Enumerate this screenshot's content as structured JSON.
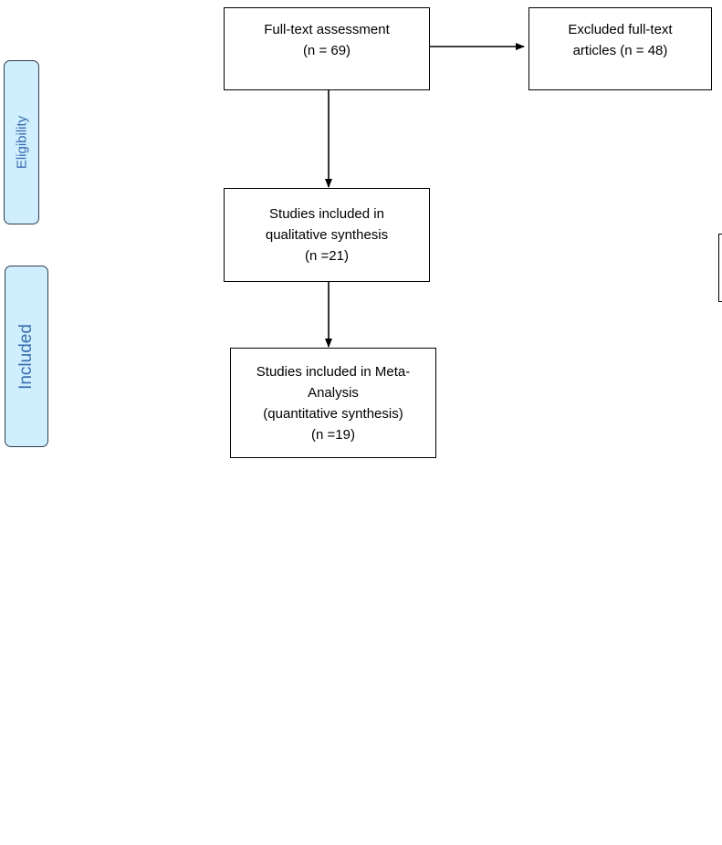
{
  "stages": {
    "eligibility": "Eligibility",
    "included": "Included"
  },
  "boxes": {
    "fulltext": {
      "line1": "Full-text assessment",
      "line2": "(n = 69)"
    },
    "excluded": {
      "line1": "Excluded full-text",
      "line2": "articles (n = 48)"
    },
    "qualitative": {
      "line1": "Studies included in",
      "line2": "qualitative synthesis",
      "line3": "(n =21)"
    },
    "meta": {
      "line1": "Studies included in Meta-",
      "line2": "Analysis",
      "line3": "(quantitative synthesis)",
      "line4": "(n =19)"
    }
  },
  "colors": {
    "stage_fill": "#cfeefe",
    "stage_text": "#3a6eae",
    "stroke": "#000000"
  }
}
